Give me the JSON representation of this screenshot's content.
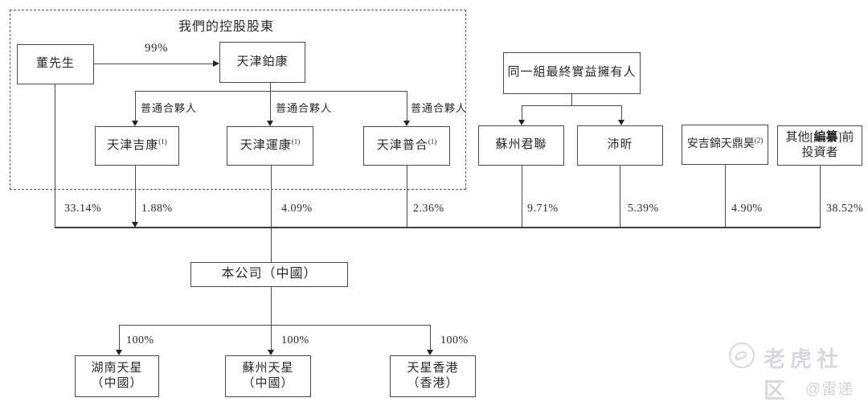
{
  "diagram": {
    "group_label": "我們的控股股東",
    "nodes": {
      "mr_dong": "董先生",
      "tianjin_bokang": "天津鉑康",
      "tianjin_jikang": "天津吉康",
      "tianjin_yunkang": "天津運康",
      "tianjin_puhe": "天津普合",
      "ubo_group": "同一組最終實益擁有人",
      "suzhou_junlian": "蘇州君聯",
      "peixin": "沛昕",
      "anji_jintian_dinghao": "安吉錦天鼎昊",
      "other_prefix": "其他[",
      "other_redacted": "編纂",
      "other_suffix": "]前",
      "other_line2": "投資者",
      "company": "本公司（中國）",
      "hunan_tianxing_line1": "湖南天星",
      "hunan_tianxing_line2": "（中國）",
      "suzhou_tianxing_line1": "蘇州天星",
      "suzhou_tianxing_line2": "（中國）",
      "tianxing_hk_line1": "天星香港",
      "tianxing_hk_line2": "（香港）"
    },
    "footnotes": {
      "note1": "(1)",
      "note2": "(2)"
    },
    "edge_labels": {
      "dong_to_bokang": "99%",
      "gp1": "普通合夥人",
      "gp2": "普通合夥人",
      "gp3": "普通合夥人",
      "pct_dong": "33.14%",
      "pct_jikang": "1.88%",
      "pct_yunkang": "4.09%",
      "pct_puhe": "2.36%",
      "pct_junlian": "9.71%",
      "pct_peixin": "5.39%",
      "pct_anji": "4.90%",
      "pct_other": "38.52%",
      "pct_hunan": "100%",
      "pct_suzhou": "100%",
      "pct_hk": "100%"
    },
    "colors": {
      "line": "#4a4a4a",
      "text": "#2a2a2a",
      "watermark": "#d7d9dd"
    }
  },
  "watermark": {
    "brand": "老虎社区",
    "handle": "@雷递"
  }
}
